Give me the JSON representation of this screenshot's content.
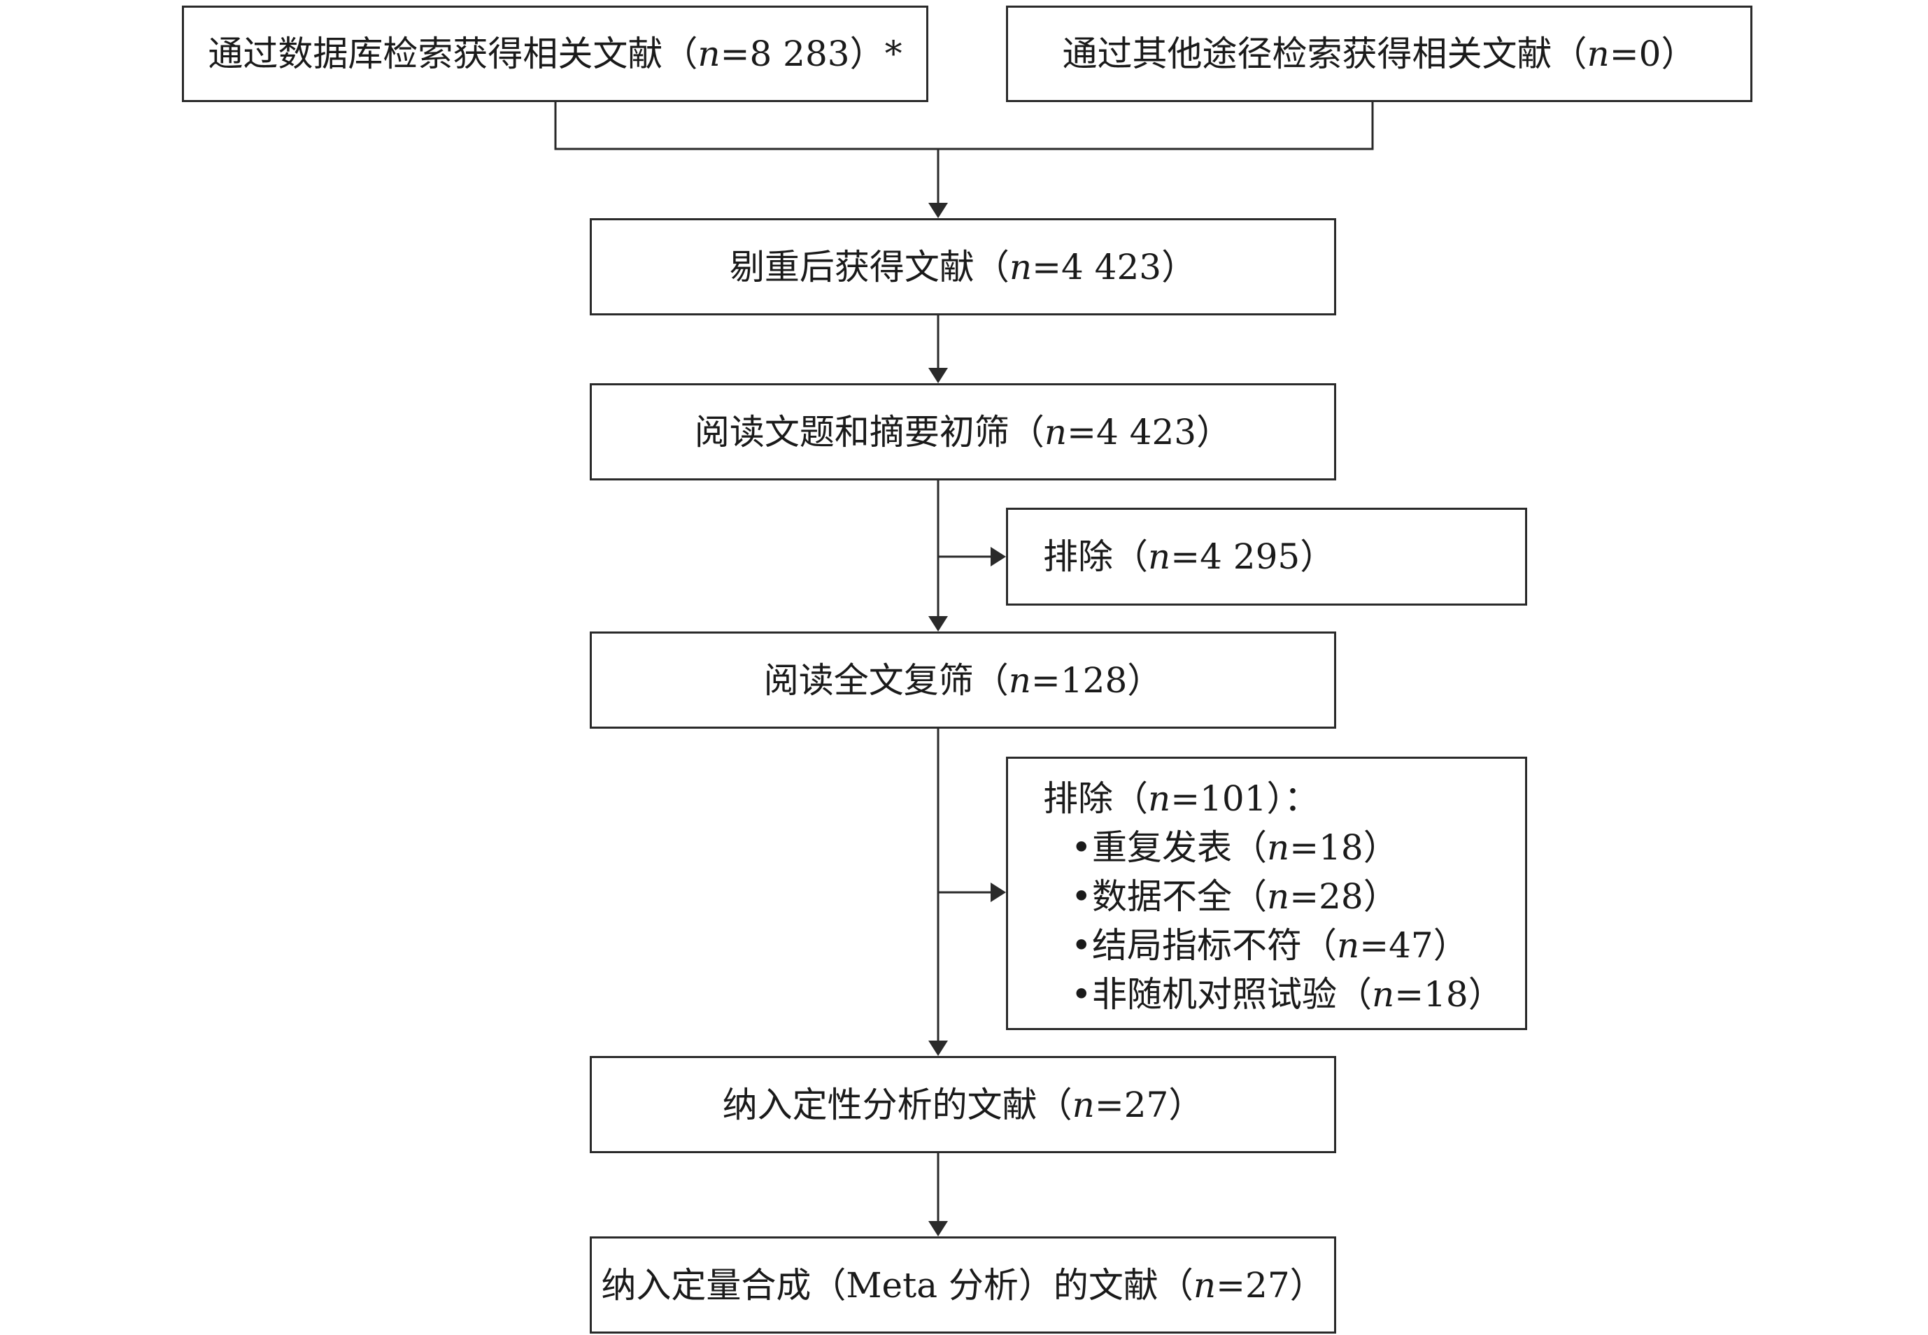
{
  "boxes": {
    "db_search": "通过数据库检索获得相关文献（n=8 283）*",
    "other_search": "通过其他途径检索获得相关文献（n=0）",
    "dedup": "剔重后获得文献（n=4 423）",
    "screen_title_abstract": "阅读文题和摘要初筛（n=4 423）",
    "exclude_1": "排除（n=4 295）",
    "fulltext": "阅读全文复筛（n=128）",
    "exclude_2": {
      "title": "排除（n=101）：",
      "bullet": "•",
      "items": [
        "重复发表（n=18）",
        "数据不全（n=28）",
        "结局指标不符（n=47）",
        "非随机对照试验（n=18）"
      ]
    },
    "qualitative": "纳入定性分析的文献（n=27）",
    "quantitative": "纳入定量合成（Meta 分析）的文献（n=27）"
  }
}
